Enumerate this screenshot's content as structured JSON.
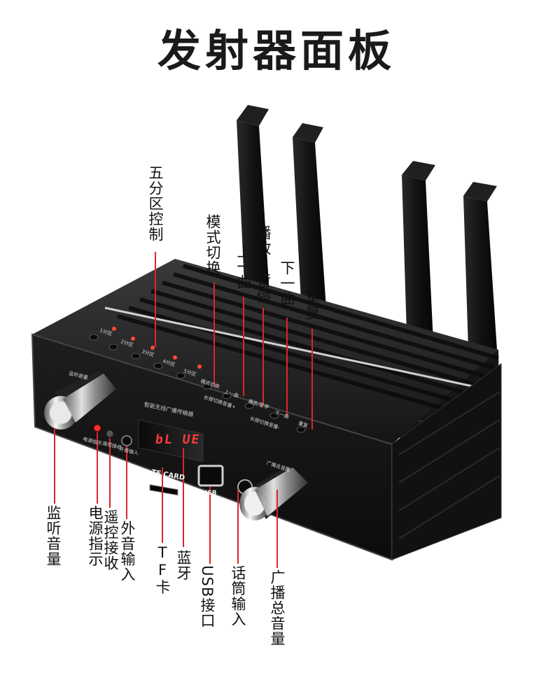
{
  "page": {
    "title": "发射器面板",
    "top_labels": {
      "zone_control": "五分区控制",
      "mode_switch": "模式切换",
      "prev_track": "上一曲",
      "play_pause": "播放/暂停",
      "next_track": "下一曲",
      "repeat": "重复"
    },
    "bottom_labels": {
      "monitor_volume": "监听音量",
      "power_indicator": "电源指示",
      "remote_receive": "遥控接收",
      "aux_input": "外音输入",
      "tf_card": "TF卡",
      "bluetooth": "蓝牙",
      "usb_port": "USB接口",
      "mic_input": "话筒输入",
      "master_volume": "广播总音量"
    }
  },
  "device": {
    "zone_buttons": [
      "1分区",
      "2分区",
      "3分区",
      "4分区",
      "5分区"
    ],
    "mode_button": "模式切换",
    "prev_button": "上一曲",
    "play_button": "播放/暂停",
    "next_button": "下一曲",
    "repeat_button": "重复",
    "panel_caption": "智能无线广播传输器",
    "lcd_display": "bL UE",
    "tf_card_label": "TF CARD",
    "usb_label": "USB",
    "indicator_labels": [
      "电源指示",
      "遥控接收",
      "外音输入"
    ],
    "row_caption_1": "长按切换音量+",
    "row_caption_2": "长按切换音量-",
    "knob_label_left": "监听音量",
    "knob_label_right": "广播总音量"
  },
  "colors": {
    "device_body": "#1b1b1b",
    "leader_line": "#d9262b",
    "led_red": "#ff4a3a",
    "lcd_text": "#ff3a3a"
  }
}
